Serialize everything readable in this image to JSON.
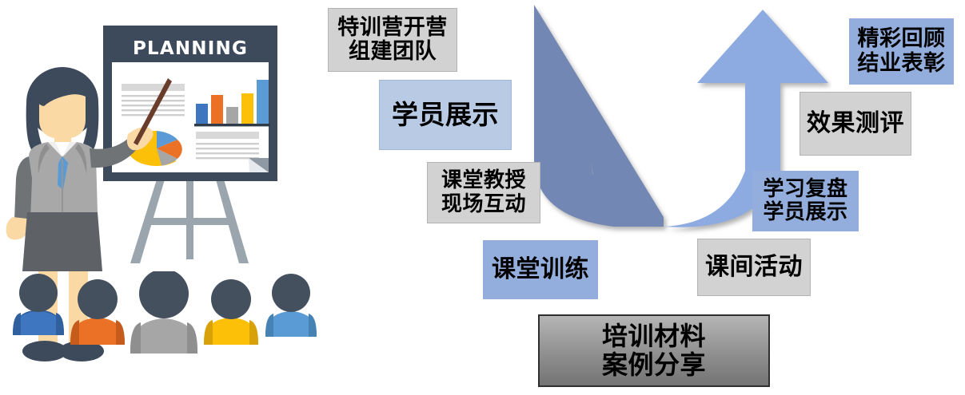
{
  "illustration": {
    "board_title": "PLANNING",
    "icon_names": [
      "presenter-woman-icon",
      "easel-board-icon",
      "bar-chart-icon",
      "pie-chart-icon",
      "pointer-stick-icon",
      "audience-person-icon"
    ],
    "bar_chart": {
      "values": [
        40,
        68,
        33,
        72,
        92
      ],
      "colors": [
        "#3f76c0",
        "#ea7125",
        "#a6a6a6",
        "#fdc009",
        "#5b9bd5"
      ]
    },
    "pie_chart": {
      "slices": [
        55,
        14,
        18,
        13
      ],
      "colors": [
        "#fdc009",
        "#5b9bd5",
        "#ea7125",
        "#a6a6a6"
      ]
    },
    "audience": [
      {
        "name": "audience-person-1",
        "color": "#3f76c0",
        "shade": "#31609f"
      },
      {
        "name": "audience-person-2",
        "color": "#ea7125",
        "shade": "#c65c1c"
      },
      {
        "name": "audience-person-3",
        "color": "#a6a6a6",
        "shade": "#8f8f8f"
      },
      {
        "name": "audience-person-4",
        "color": "#fdc009",
        "shade": "#d8a107"
      },
      {
        "name": "audience-person-5",
        "color": "#5b9bd5",
        "shade": "#4682b4"
      }
    ]
  },
  "arrow": {
    "name": "u-turn-arrow",
    "left_color": "#7287b3",
    "right_color": "#8dabe0"
  },
  "steps": [
    {
      "id": "step-camp-open",
      "style": "gray",
      "lines": [
        "特训营开营",
        "组建团队"
      ]
    },
    {
      "id": "step-trainee-show",
      "style": "blue",
      "lines": [
        "学员展示"
      ]
    },
    {
      "id": "step-class-teaching",
      "style": "gray",
      "lines": [
        "课堂教授",
        "现场互动"
      ]
    },
    {
      "id": "step-class-training",
      "style": "blue-strong",
      "lines": [
        "课堂训练"
      ]
    },
    {
      "id": "step-break-activity",
      "style": "gray",
      "lines": [
        "课间活动"
      ]
    },
    {
      "id": "step-learning-review",
      "style": "blue-strong",
      "lines": [
        "学习复盘",
        "学员展示"
      ]
    },
    {
      "id": "step-effect-evaluation",
      "style": "gray",
      "lines": [
        "效果测评"
      ]
    },
    {
      "id": "step-highlight-review",
      "style": "blue-strong",
      "lines": [
        "精彩回顾",
        "结业表彰"
      ]
    },
    {
      "id": "step-training-material",
      "style": "bottom-box",
      "lines": [
        "培训材料",
        "案例分享"
      ]
    }
  ],
  "colors": {
    "gray_box": "#d2d2d2",
    "blue_box": "#b9cbe4",
    "blue_strong_box": "#93aedd",
    "board_frame": "#3d4a5c",
    "easel_leg": "#9aa5ad"
  }
}
